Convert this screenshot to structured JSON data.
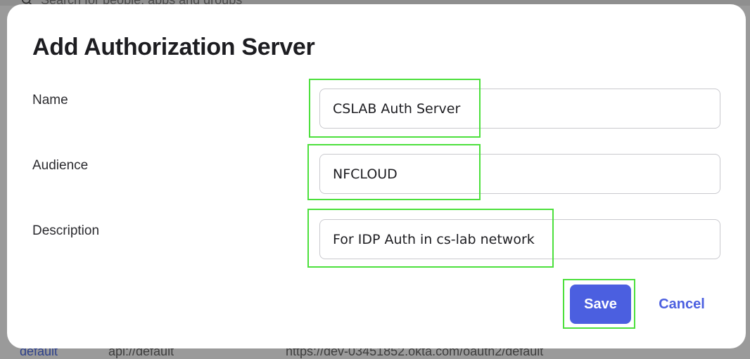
{
  "background": {
    "search_placeholder": "Search for people, apps and groups",
    "row": {
      "name": "default",
      "audience": "api://default",
      "issuer": "https://dev-03451852.okta.com/oauth2/default"
    }
  },
  "modal": {
    "title": "Add Authorization Server",
    "fields": {
      "name": {
        "label": "Name",
        "value": "CSLAB Auth Server"
      },
      "audience": {
        "label": "Audience",
        "value": "NFCLOUD"
      },
      "description": {
        "label": "Description",
        "value": "For IDP Auth in cs-lab network"
      }
    },
    "buttons": {
      "save": "Save",
      "cancel": "Cancel"
    }
  },
  "colors": {
    "primary": "#4b5fe0",
    "highlight": "#4ce03c"
  }
}
